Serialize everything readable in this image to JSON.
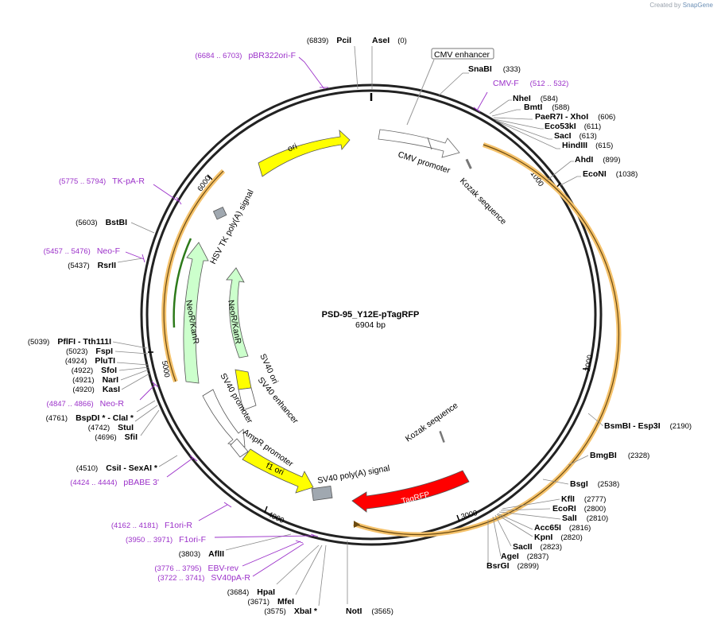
{
  "header": {
    "created_by": "Created by",
    "brand": "SnapGene"
  },
  "plasmid": {
    "name": "PSD-95_Y12E-pTagRFP",
    "size_label": "6904 bp"
  },
  "enzymes_right": [
    {
      "name": "AseI",
      "pos": "(0)"
    },
    {
      "name": "SnaBI",
      "pos": "(333)"
    },
    {
      "name": "NheI",
      "pos": "(584)"
    },
    {
      "name": "BmtI",
      "pos": "(588)"
    },
    {
      "name": "PaeR7I",
      "extra": " - XhoI",
      "pos": "(606)"
    },
    {
      "name": "Eco53kI",
      "pos": "(611)"
    },
    {
      "name": "SacI",
      "pos": "(613)"
    },
    {
      "name": "HindIII",
      "pos": "(615)"
    },
    {
      "name": "AhdI",
      "pos": "(899)"
    },
    {
      "name": "EcoNI",
      "pos": "(1038)"
    },
    {
      "name": "BsmBI",
      "extra": " - Esp3I",
      "pos": "(2190)"
    },
    {
      "name": "BmgBI",
      "pos": "(2328)"
    },
    {
      "name": "BsgI",
      "pos": "(2538)"
    },
    {
      "name": "KflI",
      "pos": "(2777)"
    },
    {
      "name": "EcoRI",
      "pos": "(2800)"
    },
    {
      "name": "SalI",
      "pos": "(2810)"
    },
    {
      "name": "Acc65I",
      "pos": "(2816)"
    },
    {
      "name": "KpnI",
      "pos": "(2820)"
    },
    {
      "name": "SacII",
      "pos": "(2823)"
    },
    {
      "name": "AgeI",
      "pos": "(2837)"
    },
    {
      "name": "BsrGI",
      "pos": "(2899)"
    },
    {
      "name": "NotI",
      "pos": "(3565)"
    }
  ],
  "enzymes_left": [
    {
      "name": "PciI",
      "pos": "(6839)"
    },
    {
      "name": "BstBI",
      "pos": "(5603)"
    },
    {
      "name": "RsrII",
      "pos": "(5437)"
    },
    {
      "name": "PflFI",
      "extra": " - Tth111I",
      "pos": "(5039)"
    },
    {
      "name": "FspI",
      "pos": "(5023)"
    },
    {
      "name": "PluTI",
      "pos": "(4924)"
    },
    {
      "name": "SfoI",
      "pos": "(4922)"
    },
    {
      "name": "NarI",
      "pos": "(4921)"
    },
    {
      "name": "KasI",
      "pos": "(4920)"
    },
    {
      "name": "BspDI *",
      "extra": " - ClaI *",
      "pos": "(4761)"
    },
    {
      "name": "StuI",
      "pos": "(4742)"
    },
    {
      "name": "SfiI",
      "pos": "(4696)"
    },
    {
      "name": "CsiI",
      "extra": " - SexAI *",
      "pos": "(4510)"
    },
    {
      "name": "AflII",
      "pos": "(3803)"
    },
    {
      "name": "HpaI",
      "pos": "(3684)"
    },
    {
      "name": "MfeI",
      "pos": "(3671)"
    },
    {
      "name": "XbaI *",
      "pos": "(3575)"
    }
  ],
  "primers": [
    {
      "name": "pBR322ori-F",
      "range": "(6684 .. 6703)"
    },
    {
      "name": "CMV-F",
      "range": "(512 .. 532)"
    },
    {
      "name": "TK-pA-R",
      "range": "(5775 .. 5794)"
    },
    {
      "name": "Neo-F",
      "range": "(5457 .. 5476)"
    },
    {
      "name": "Neo-R",
      "range": "(4847 .. 4866)"
    },
    {
      "name": "pBABE 3'",
      "range": "(4424 .. 4444)"
    },
    {
      "name": "F1ori-R",
      "range": "(4162 .. 4181)"
    },
    {
      "name": "F1ori-F",
      "range": "(3950 .. 3971)"
    },
    {
      "name": "EBV-rev",
      "range": "(3776 .. 3795)"
    },
    {
      "name": "SV40pA-R",
      "range": "(3722 .. 3741)"
    }
  ],
  "features": {
    "cmv_enhancer": "CMV enhancer",
    "cmv_promoter": "CMV promoter",
    "kozak_1": "Kozak sequence",
    "kozak_2": "Kozak sequence",
    "ori": "ori",
    "hsv_tk": "HSV TK poly(A) signal",
    "neo_outer": "NeoR/KanR",
    "neo_inner": "NeoR/KanR",
    "sv40_ori": "SV40 ori",
    "sv40_enh": "SV40 enhancer",
    "sv40_prom": "SV40 promoter",
    "ampr_prom": "AmpR promoter",
    "f1_ori": "f1 ori",
    "sv40_polya": "SV40 poly(A) signal",
    "tagrfp": "TagRFP"
  },
  "ticks": [
    "1000",
    "2000",
    "3000",
    "4000",
    "5000",
    "6000"
  ],
  "colors": {
    "backbone": "#222222",
    "ori": "#ffff00",
    "neo": "#ccffcc",
    "tagrfp": "#ff0000",
    "primer": "#9b30c9",
    "orf_highlight": "#f5c26b",
    "grey_box": "#a0a8b0"
  }
}
